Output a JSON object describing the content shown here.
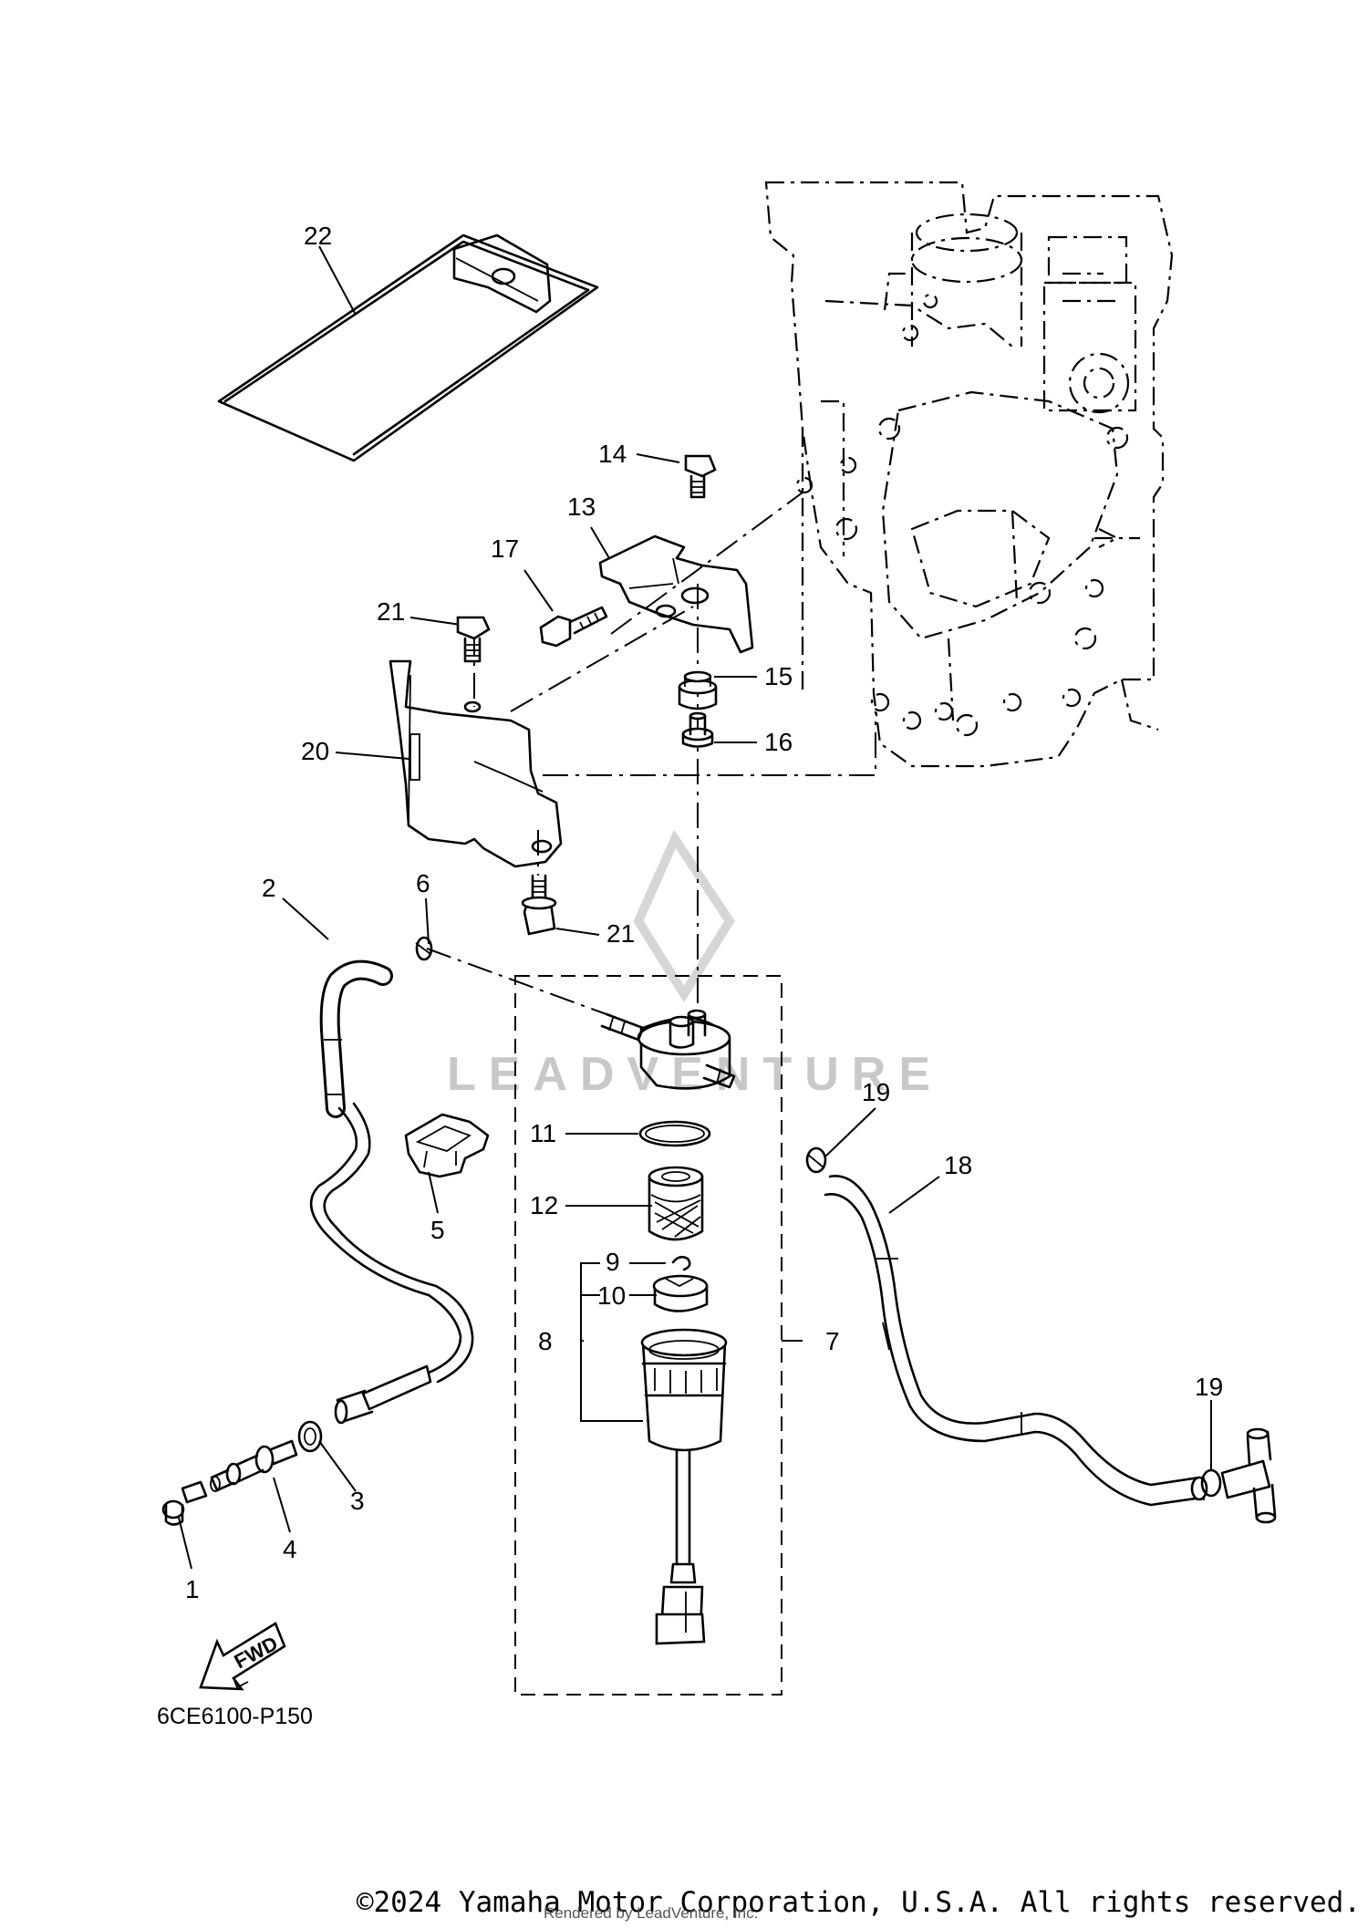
{
  "diagram": {
    "code": "6CE6100-P150",
    "fwd_label": "FWD",
    "watermark": "LEADVENTURE",
    "callouts": {
      "c1": "1",
      "c2": "2",
      "c3": "3",
      "c4": "4",
      "c5": "5",
      "c6": "6",
      "c7": "7",
      "c8": "8",
      "c9": "9",
      "c10": "10",
      "c11": "11",
      "c12": "12",
      "c13": "13",
      "c14": "14",
      "c15": "15",
      "c16": "16",
      "c17": "17",
      "c18": "18",
      "c19a": "19",
      "c19b": "19",
      "c20": "20",
      "c21a": "21",
      "c21b": "21",
      "c22": "22"
    }
  },
  "footer": {
    "copyright": "©2024 Yamaha Motor Corporation, U.S.A. All rights reserved.",
    "rendered_by": "Rendered by LeadVenture, Inc."
  }
}
